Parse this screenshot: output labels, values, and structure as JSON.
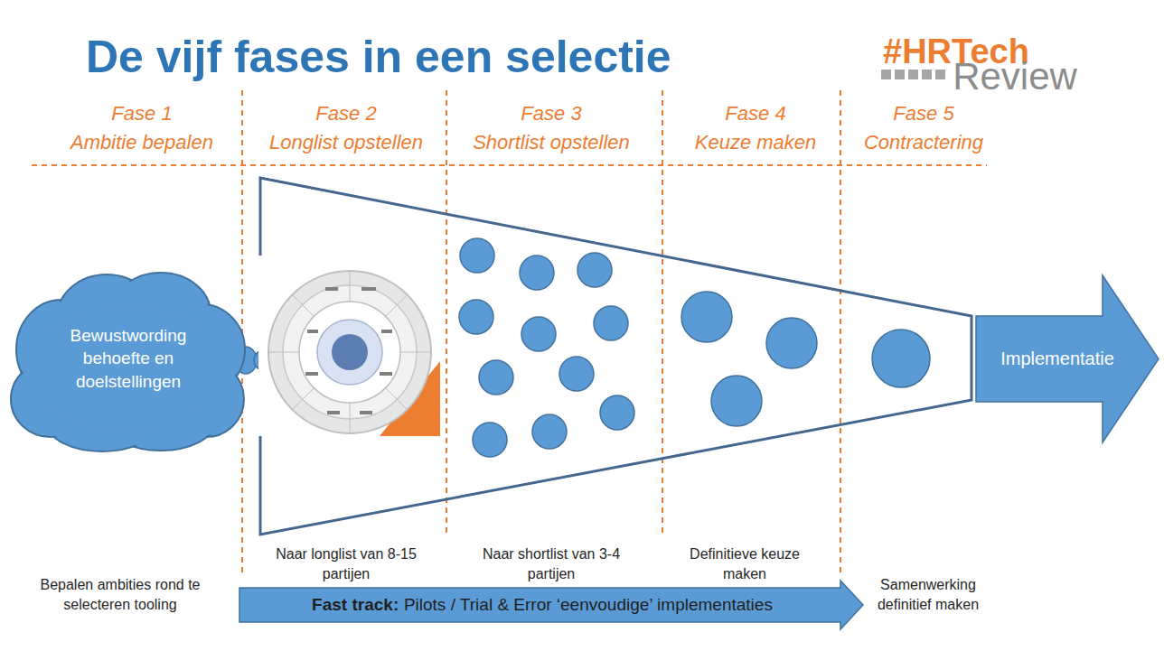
{
  "diagram": {
    "title": "De vijf fases in een selectie",
    "nodes": [
      {
        "text": [
          "Bewustwording behoefte en doelstellingen"
        ]
      },
      {
        "text": [
          "Implementatie"
        ]
      },
      {
        "text": [
          "Fast track:",
          "Pilots / Trial & Error ‘eenvoudige’ implementaties"
        ]
      }
    ],
    "labels": [
      "#HRTech",
      "Review",
      "Fase 1",
      "Ambitie bepalen",
      "Fase 2",
      "Longlist opstellen",
      "Fase 3",
      "Shortlist opstellen",
      "Fase 4",
      "Keuze maken",
      "Fase 5",
      "Contractering",
      "Naar longlist van 8-15 partijen",
      "Naar shortlist van 3-4 partijen",
      "Definitieve keuze maken",
      "Bepalen ambities rond te selecteren tooling",
      "Samenwerking definitief maken"
    ]
  }
}
